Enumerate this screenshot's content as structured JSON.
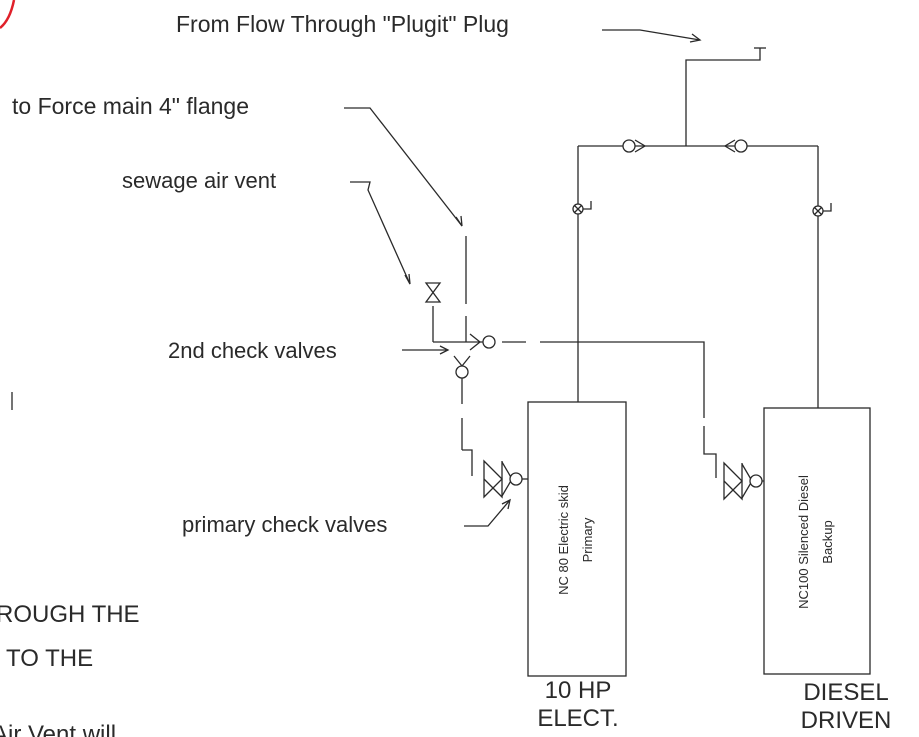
{
  "labels": {
    "from_plug": "From Flow Through \"Plugit\" Plug",
    "force_main": "to Force main 4\" flange",
    "air_vent": "sewage air vent",
    "second_check": "2nd check valves",
    "primary_check": "primary check valves"
  },
  "units": {
    "electric": {
      "name": "NC 80 Electric skid",
      "role": "Primary",
      "caption_1": "10 HP",
      "caption_2": "ELECT."
    },
    "diesel": {
      "name": "NC100 Silenced Diesel",
      "role": "Backup",
      "caption_1": "DIESEL",
      "caption_2": "DRIVEN"
    }
  },
  "cropped_text": {
    "line_1": "ROUGH THE",
    "line_2": "TO THE",
    "line_3": "Air Vent will"
  },
  "colors": {
    "ink": "#2a2a2a",
    "corner_mark": "#e0202a"
  }
}
